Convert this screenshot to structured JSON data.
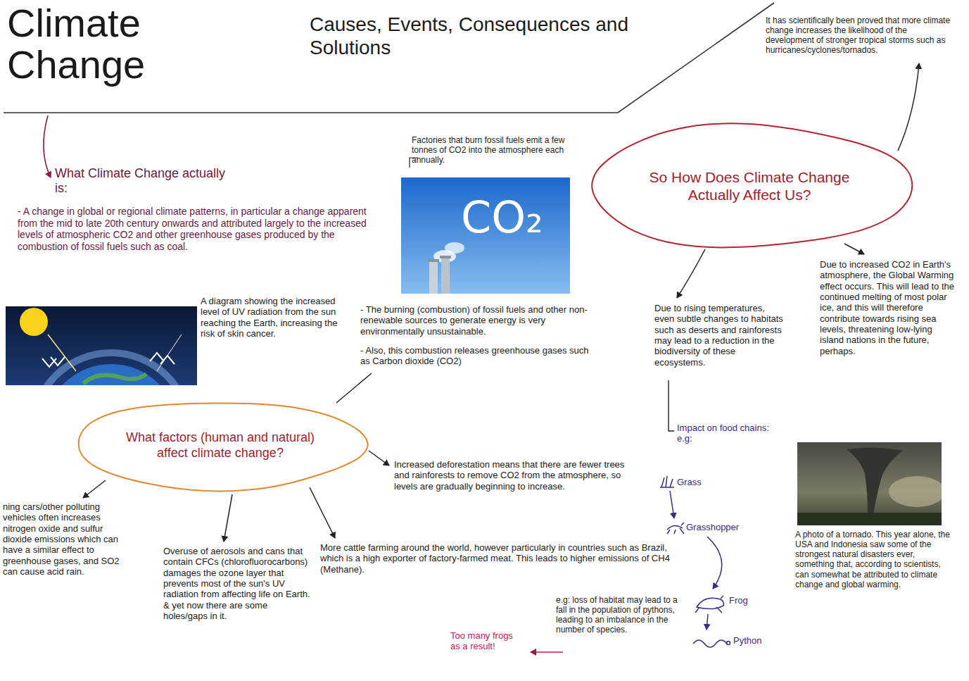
{
  "diagram": {
    "title": "Climate Change",
    "nodes": [
      {
        "text": [
          "So How Does Climate Change Actually Affect Us?"
        ]
      },
      {
        "text": [
          "What factors (human and natural) affect climate change?"
        ]
      }
    ],
    "labels": [
      "Causes, Events, Consequences and Solutions",
      "It has scientifically been proved that more climate change increases the likelihood of the development of stronger tropical storms such as hurricanes/cyclones/tornados.",
      "Factories that burn fossil fuels emit a few tonnes of CO2 into the atmosphere each annually.",
      "What Climate Change actually is:",
      "- A change in global or regional climate patterns, in particular a change apparent from the mid to late 20th century onwards and attributed largely to the increased levels of atmospheric CO2 and other greenhouse gases produced by the combustion of fossil fuels such as coal.",
      "CO₂",
      "Due to increased CO2 in Earth's atmosphere, the Global Warming effect occurs. This will lead to the continued melting of most polar ice, and this will therefore contribute towards rising sea levels, threatening low-lying island nations in the future, perhaps.",
      "A diagram showing the increased level of UV radiation from the sun reaching the Earth, increasing the risk of skin cancer.",
      "Due to rising temperatures, even subtle changes to habitats such as deserts and rainforests may lead to a reduction in the biodiversity of these ecosystems.",
      "- The burning (combustion) of fossil fuels and other non-renewable sources to generate energy is very environmentally unsustainable.",
      "- Also, this combustion releases greenhouse gases such as Carbon dioxide (CO2)",
      "Impact on food chains: e.g:",
      "Increased deforestation means that there are fewer trees and rainforests to remove CO2 from the atmosphere, so levels are gradually beginning to increase.",
      "Grass",
      "Grasshopper",
      "A photo of a tornado. This year alone, the USA and Indonesia saw some of the strongest natural disasters ever, something that, according to scientists, can somewhat be attributed to climate change and global warming.",
      "ning cars/other polluting vehicles often increases nitrogen oxide and sulfur dioxide emissions which can have a similar effect to greenhouse gases, and SO2 can cause acid rain.",
      "Overuse of aerosols and cans that contain CFCs (chlorofluorocarbons) damages the ozone layer that prevents most of the sun's UV radiation from affecting life on Earth. & yet now there are some holes/gaps in it.",
      "More cattle farming around the world, however particularly in countries such as Brazil, which is a high exporter of factory-farmed meat. This leads to higher emissions of CH4 (Methane).",
      "Frog",
      "e.g: loss of habitat may lead to a fall in the population of pythons, leading to an imbalance in the number of species.",
      "Too many frogs as a result!",
      "Python"
    ]
  }
}
